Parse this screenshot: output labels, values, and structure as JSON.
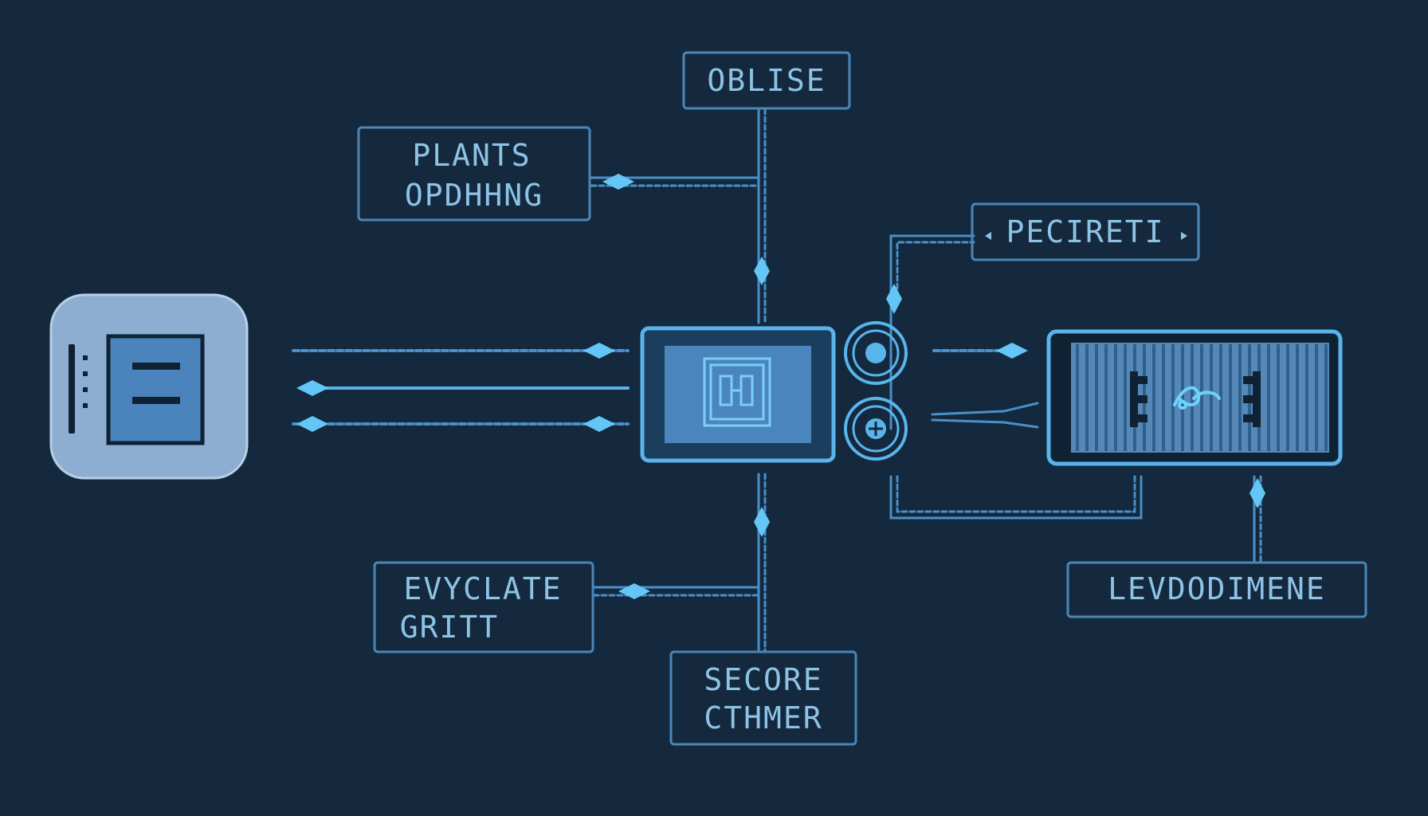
{
  "colors": {
    "background": "#14293d",
    "line": "#4a8fc8",
    "line_bright": "#5ab4ec",
    "node": "#63c6f7",
    "box_stroke": "#4c86b7",
    "text": "#8ec3e6",
    "device_fill": "#8daed1",
    "device_screen": "#4b84bd",
    "device_dark": "#0f2234",
    "central_fill": "#1b3e5e",
    "central_screen": "#4a86bd",
    "rack_fill": "#5688b7"
  },
  "labels": {
    "top": "OBLISE",
    "upper_left_line1": "PLANTS",
    "upper_left_line2": "OPDHHNG",
    "upper_right": "PECIRETI",
    "lower_left_line1": "EVYCLATE",
    "lower_left_line2": "GRITT",
    "bottom_line1": "SECORE",
    "bottom_line2": "CTHMER",
    "lower_right": "LEVDODIMENE"
  },
  "icons": {
    "left_device": "tablet-device-icon",
    "central_unit": "monitor-unit-icon",
    "port_top": "connector-port-icon",
    "port_bottom": "plus-port-icon",
    "right_unit": "server-rack-icon",
    "rack_glyph": "signal-glyph-icon"
  }
}
